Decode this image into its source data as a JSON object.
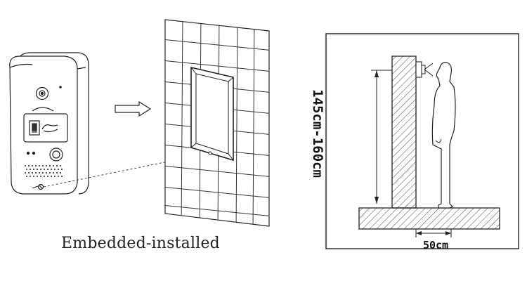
{
  "left_panel": {
    "caption": "Embedded-installed",
    "card_label": "Card"
  },
  "right_panel": {
    "height_label": "145cm-160cm",
    "distance_label": "50cm"
  },
  "colors": {
    "line": "#222222",
    "hatch": "#555555",
    "background": "#ffffff"
  }
}
